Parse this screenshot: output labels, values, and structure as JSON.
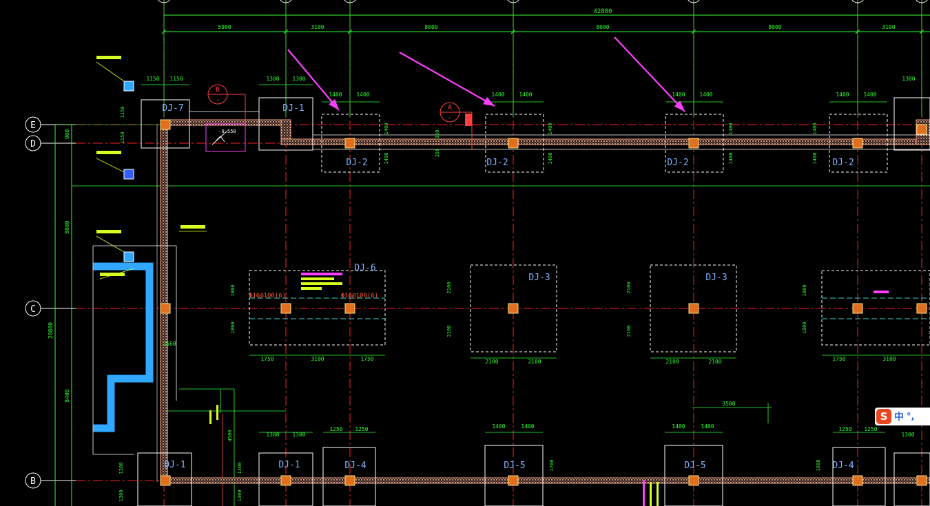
{
  "colors": {
    "background": "#000000",
    "axis_line": "#ff2020",
    "dimension": "#30ff30",
    "footing_outline": "#ffffff",
    "footing_label": "#7fb2ff",
    "column": "#e07020",
    "wall": "#f0a080",
    "annotation_arrow": "#ff40ff",
    "callout_green": "#d4ff20",
    "callout_magenta": "#ff40ff",
    "blue_pit": "#30a8ff"
  },
  "axes": {
    "rows": [
      {
        "label": "E"
      },
      {
        "label": "D"
      },
      {
        "label": "C"
      },
      {
        "label": "B"
      }
    ]
  },
  "dimensions": {
    "top_total": "42800",
    "top_spans": [
      "5900",
      "3100",
      "8000",
      "8000",
      "8000",
      "3100"
    ],
    "left_vertical": [
      "8000",
      "20800",
      "8400",
      "900"
    ],
    "row_e_left": [
      "1150",
      "1150"
    ],
    "row_e_dj1": [
      "1300",
      "1300"
    ],
    "dj2_widths": [
      "1400",
      "1400"
    ],
    "dj2_heights": [
      "1400",
      "1400"
    ],
    "dj6_bottom": [
      "1750",
      "3100",
      "1750"
    ],
    "dj6_left": [
      "1800",
      "1800"
    ],
    "dj3_bottom": [
      "2100",
      "2100"
    ],
    "dj3_left": [
      "2100",
      "2100"
    ],
    "bottom_dj1": [
      "1300",
      "1300"
    ],
    "bottom_dj4": [
      "1250",
      "1250"
    ],
    "bottom_dj5": [
      "1400",
      "1400"
    ],
    "bottom_1300": [
      "1300",
      "1300"
    ],
    "c_row_2560": "2560",
    "span_3500": "3500",
    "val_1700": "1700",
    "val_1600": "1600",
    "val_350": "350",
    "val_4500": "4500"
  },
  "footings": {
    "dj7": "DJ-7",
    "dj1_top": "DJ-1",
    "dj2": "DJ-2",
    "dj6": "DJ-6",
    "dj3": "DJ-3",
    "dj1_bottom": "DJ-1",
    "dj4": "DJ-4",
    "dj5": "DJ-5"
  },
  "section_marks": {
    "b": "B",
    "a": "A",
    "dash": "-",
    "elev": "-0.550"
  },
  "rebar": {
    "dj6_left": "Φ16@100(6)",
    "dj6_right": "Φ16@100(6)"
  },
  "ime": {
    "logo": "S",
    "mode": "中",
    "punct": "°,"
  }
}
